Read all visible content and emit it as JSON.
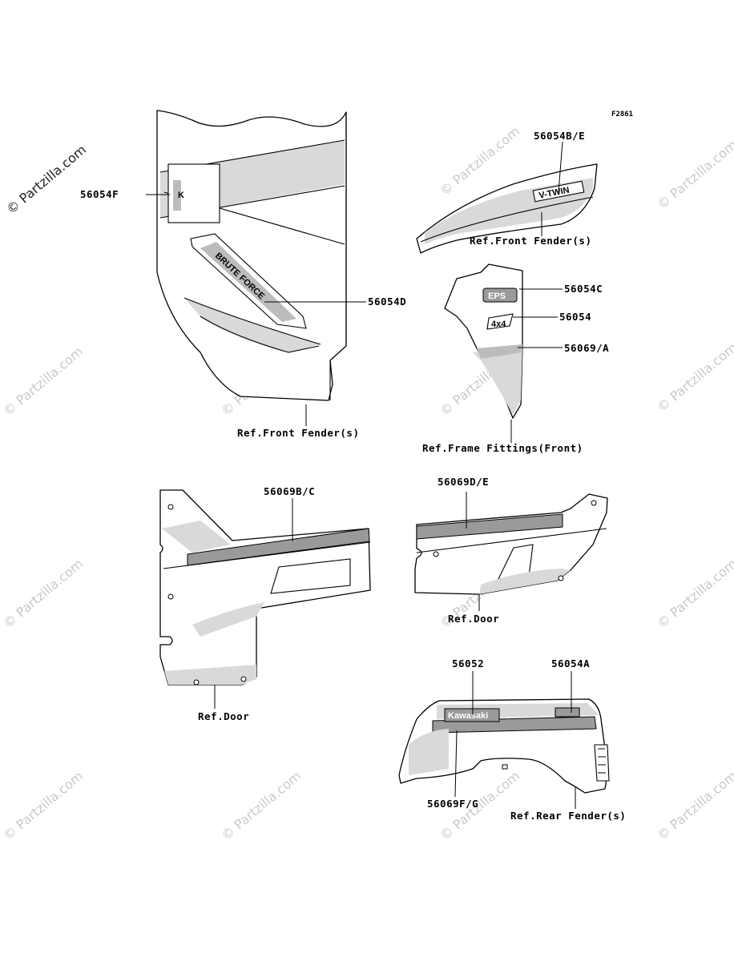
{
  "figure_code": "F2861",
  "watermark": "© Partzilla.com",
  "labels": {
    "p56054F": "56054F",
    "p56054D": "56054D",
    "ref_front_fender_left": "Ref.Front Fender(s)",
    "p56054BE": "56054B/E",
    "ref_front_fender_right": "Ref.Front Fender(s)",
    "p56054C": "56054C",
    "p56054": "56054",
    "p56069A": "56069/A",
    "ref_frame_fittings": "Ref.Frame Fittings(Front)",
    "p56069BC": "56069B/C",
    "ref_door_left": "Ref.Door",
    "p56069DE": "56069D/E",
    "ref_door_right": "Ref.Door",
    "p56052": "56052",
    "p56054A": "56054A",
    "p56069FG": "56069F/G",
    "ref_rear_fender": "Ref.Rear Fender(s)"
  },
  "decal_text": {
    "kawasaki": "Kawasaki",
    "eps": "EPS",
    "brute": "BRUTE FORCE",
    "vtwin": "V-TWIN",
    "logo_k": "K",
    "mark4x4": "4x4",
    "side_word": "Kawasaki"
  }
}
